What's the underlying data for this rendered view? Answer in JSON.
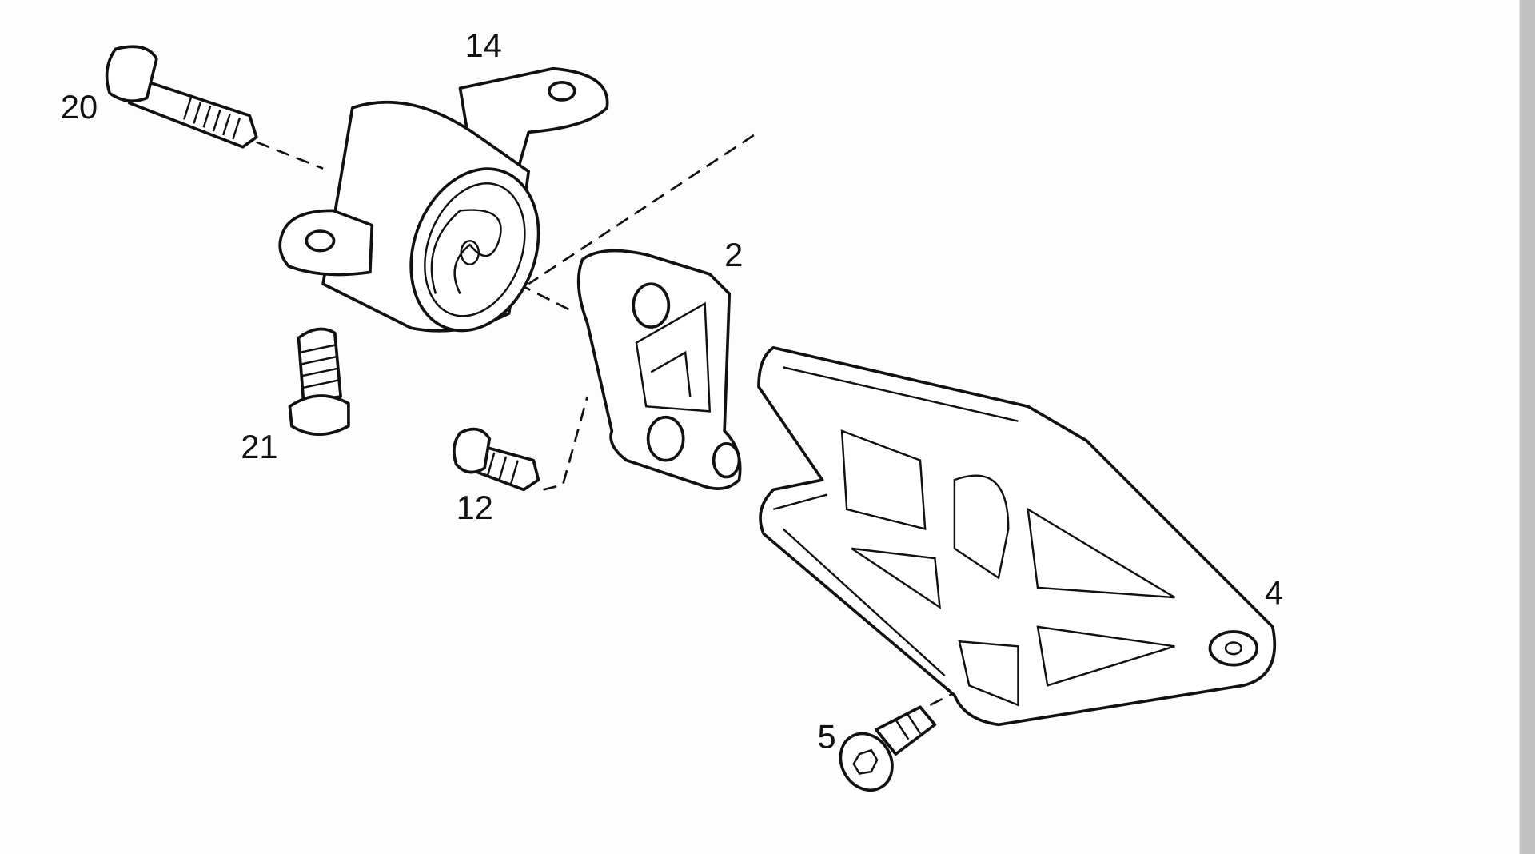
{
  "diagram": {
    "callouts": {
      "p14": "14",
      "p20": "20",
      "p2": "2",
      "p21": "21",
      "p12": "12",
      "p4": "4",
      "p5": "5"
    }
  },
  "colors": {
    "line": "#111111",
    "background": "#fdfdfd",
    "scrollbar": "#c0c0c0"
  }
}
